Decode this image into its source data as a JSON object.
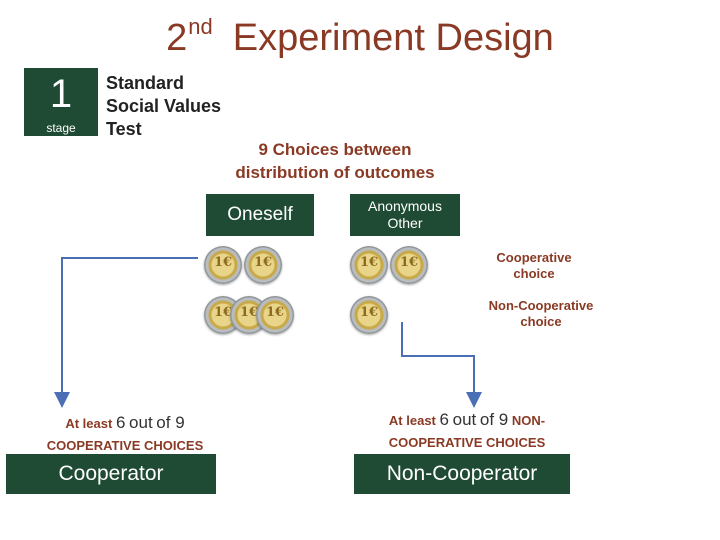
{
  "title": {
    "ordinal": "2",
    "suffix": "nd",
    "text": "Experiment Design"
  },
  "stage": {
    "number": "1",
    "label": "stage",
    "description": [
      "Standard",
      "Social Values",
      "Test"
    ]
  },
  "choices_heading": [
    "9 Choices between",
    "distribution of outcomes"
  ],
  "columns": {
    "oneself": "Oneself",
    "other": "Anonymous\nOther"
  },
  "coin_symbol": "1€",
  "rows": {
    "cooperative": {
      "label": [
        "Cooperative",
        "choice"
      ],
      "oneself_coins": 2,
      "other_coins": 2
    },
    "non_cooperative": {
      "label": [
        "Non-Cooperative",
        "choice"
      ],
      "oneself_coins": 3,
      "other_coins": 1
    }
  },
  "outcomes": {
    "left": {
      "prefix": "At least",
      "count": "6",
      "middle": "out",
      "of": "of 9",
      "suffix": "COOPERATIVE CHOICES",
      "result": "Cooperator"
    },
    "right": {
      "prefix": "At least",
      "count": "6",
      "middle": "out",
      "of": "of 9",
      "suffix_inline": "NON-",
      "suffix": "COOPERATIVE CHOICES",
      "result": "Non-Cooperator"
    }
  },
  "colors": {
    "box": "#1f4a33",
    "accent": "#8a3a24",
    "arrow": "#4a6fb5"
  }
}
